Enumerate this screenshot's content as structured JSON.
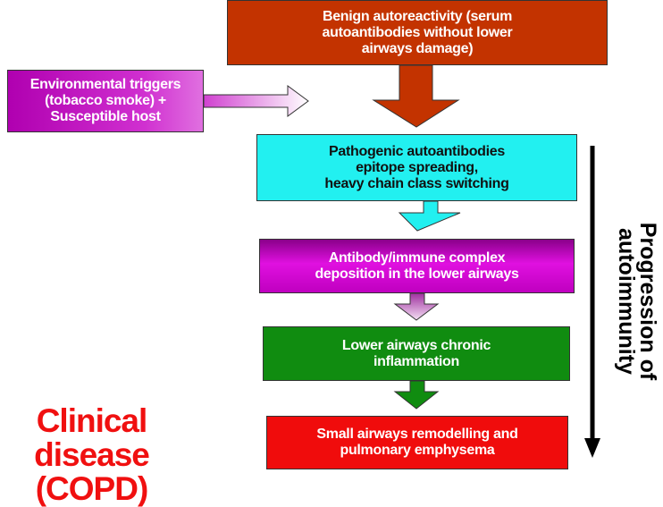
{
  "boxes": {
    "benign": "Benign autoreactivity (serum\nautoantibodies without lower\nairways damage)",
    "environmental": "Environmental triggers\n(tobacco smoke) +\nSusceptible host",
    "pathogenic": "Pathogenic autoantibodies\nepitope spreading,\nheavy chain class switching",
    "deposition": "Antibody/immune complex\ndeposition in the lower airways",
    "inflammation": "Lower airways  chronic\ninflammation",
    "remodelling": "Small airways remodelling and\npulmonary emphysema"
  },
  "clinical_label": "Clinical disease\n(COPD)",
  "progression_label": "Progression of\nautoimmunity",
  "colors": {
    "benign": "#c33300",
    "environmental": "#c020c0",
    "pathogenic": "#22f0f0",
    "deposition": "#c000c0",
    "inflammation": "#108c10",
    "remodelling": "#f00c0c",
    "clinical": "#f01010"
  }
}
